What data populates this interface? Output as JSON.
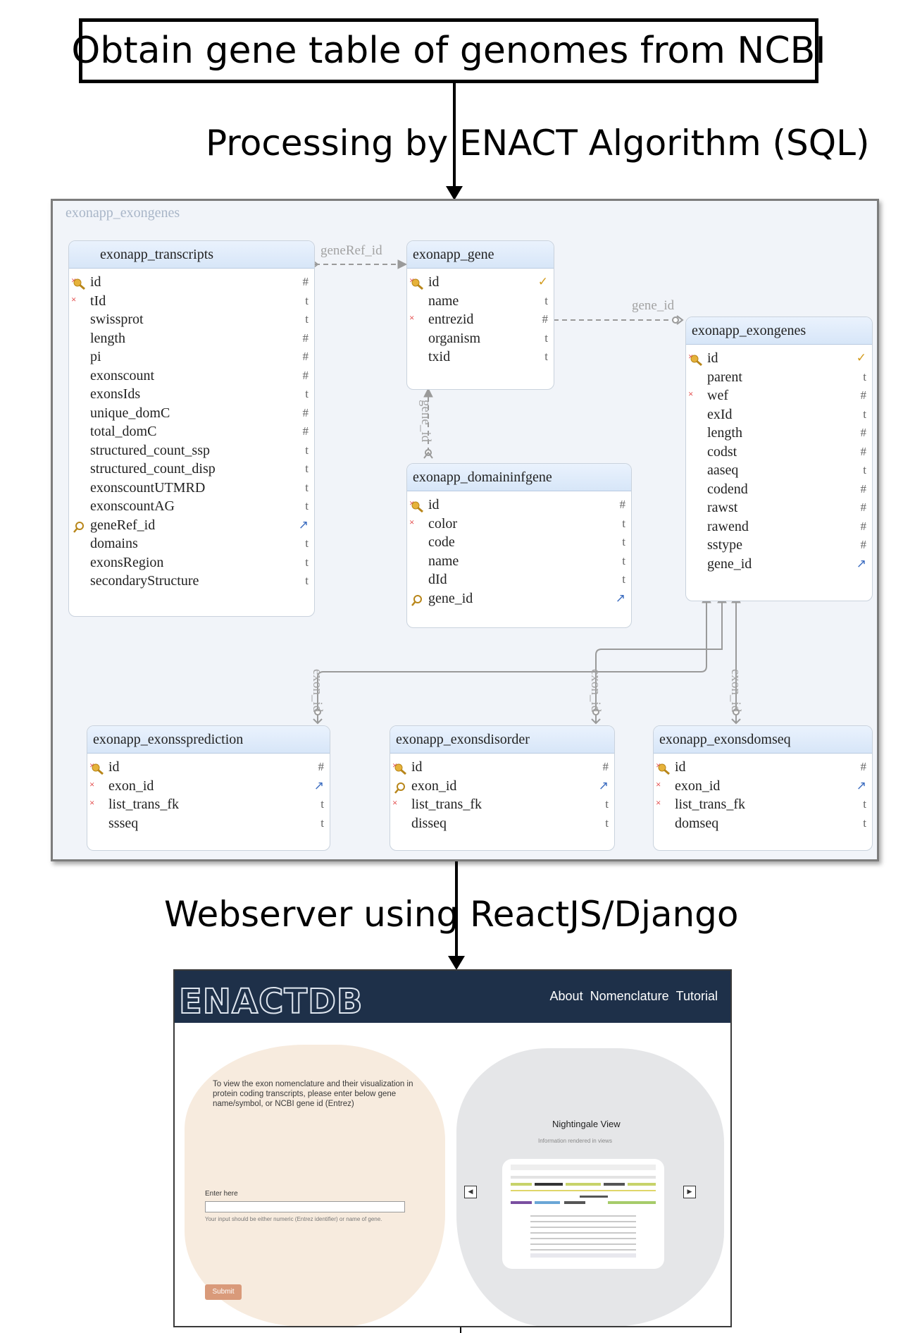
{
  "flow": {
    "step1": "Obtain gene table of genomes from NCBI",
    "step2_label": "Processing by ENACT Algorithm (SQL)",
    "step3_label": "Webserver using ReactJS/Django"
  },
  "schema": {
    "name": "exonapp_exongenes",
    "tables": {
      "transcripts": {
        "title": "exonapp_transcripts",
        "fields": [
          {
            "name": "id",
            "type": "#"
          },
          {
            "name": "tId",
            "type": "t"
          },
          {
            "name": "swissprot",
            "type": "t"
          },
          {
            "name": "length",
            "type": "#"
          },
          {
            "name": "pi",
            "type": "#"
          },
          {
            "name": "exonscount",
            "type": "#"
          },
          {
            "name": "exonsIds",
            "type": "t"
          },
          {
            "name": "unique_domC",
            "type": "#"
          },
          {
            "name": "total_domC",
            "type": "#"
          },
          {
            "name": "structured_count_ssp",
            "type": "t"
          },
          {
            "name": "structured_count_disp",
            "type": "t"
          },
          {
            "name": "exonscountUTMRD",
            "type": "t"
          },
          {
            "name": "exonscountAG",
            "type": "t"
          },
          {
            "name": "geneRef_id",
            "type": "↗"
          },
          {
            "name": "domains",
            "type": "t"
          },
          {
            "name": "exonsRegion",
            "type": "t"
          },
          {
            "name": "secondaryStructure",
            "type": "t"
          }
        ]
      },
      "gene": {
        "title": "exonapp_gene",
        "fields": [
          {
            "name": "id",
            "type": "✓"
          },
          {
            "name": "name",
            "type": "t"
          },
          {
            "name": "entrezid",
            "type": "#"
          },
          {
            "name": "organism",
            "type": "t"
          },
          {
            "name": "txid",
            "type": "t"
          }
        ]
      },
      "exongenes": {
        "title": "exonapp_exongenes",
        "fields": [
          {
            "name": "id",
            "type": "✓"
          },
          {
            "name": "parent",
            "type": "t"
          },
          {
            "name": "wef",
            "type": "#"
          },
          {
            "name": "exId",
            "type": "t"
          },
          {
            "name": "length",
            "type": "#"
          },
          {
            "name": "codst",
            "type": "#"
          },
          {
            "name": "aaseq",
            "type": "t"
          },
          {
            "name": "codend",
            "type": "#"
          },
          {
            "name": "rawst",
            "type": "#"
          },
          {
            "name": "rawend",
            "type": "#"
          },
          {
            "name": "sstype",
            "type": "#"
          },
          {
            "name": "gene_id",
            "type": "↗"
          }
        ]
      },
      "domaininfgene": {
        "title": "exonapp_domaininfgene",
        "fields": [
          {
            "name": "id",
            "type": "#"
          },
          {
            "name": "color",
            "type": "t"
          },
          {
            "name": "code",
            "type": "t"
          },
          {
            "name": "name",
            "type": "t"
          },
          {
            "name": "dId",
            "type": "t"
          },
          {
            "name": "gene_id",
            "type": "↗"
          }
        ]
      },
      "exonssprediction": {
        "title": "exonapp_exonssprediction",
        "fields": [
          {
            "name": "id",
            "type": "#"
          },
          {
            "name": "exon_id",
            "type": "↗"
          },
          {
            "name": "list_trans_fk",
            "type": "t"
          },
          {
            "name": "ssseq",
            "type": "t"
          }
        ]
      },
      "exonsdisorder": {
        "title": "exonapp_exonsdisorder",
        "fields": [
          {
            "name": "id",
            "type": "#"
          },
          {
            "name": "exon_id",
            "type": "↗"
          },
          {
            "name": "list_trans_fk",
            "type": "t"
          },
          {
            "name": "disseq",
            "type": "t"
          }
        ]
      },
      "exonsdomseq": {
        "title": "exonapp_exonsdomseq",
        "fields": [
          {
            "name": "id",
            "type": "#"
          },
          {
            "name": "exon_id",
            "type": "↗"
          },
          {
            "name": "list_trans_fk",
            "type": "t"
          },
          {
            "name": "domseq",
            "type": "t"
          }
        ]
      }
    },
    "relations": {
      "geneRef": "geneRef_id",
      "gene_to_exongenes": "gene_id",
      "domain_to_gene": "gene_id",
      "exon1": "exon_id",
      "exon2": "exon_id",
      "exon3": "exon_id"
    }
  },
  "webapp": {
    "logo": "ENACTDB",
    "nav": [
      "About",
      "Nomenclature",
      "Tutorial"
    ],
    "intro": "To view the exon nomenclature and their visualization in protein coding transcripts, please enter below gene name/symbol, or NCBI gene id (Entrez)",
    "input_label": "Enter here",
    "input_hint": "Your input should be either numeric (Entrez identifier) or name of gene.",
    "submit": "Submit",
    "viewer_title": "Nightingale View",
    "viewer_subtitle": "Information rendered in views",
    "prev": "◀",
    "next": "▶"
  },
  "colors": {
    "nav_bg": "#1e3049",
    "left_blob": "#f7ebde",
    "right_blob": "#e5e6e8",
    "submit": "#d99a7a",
    "table_header": "#d7e6f8"
  }
}
